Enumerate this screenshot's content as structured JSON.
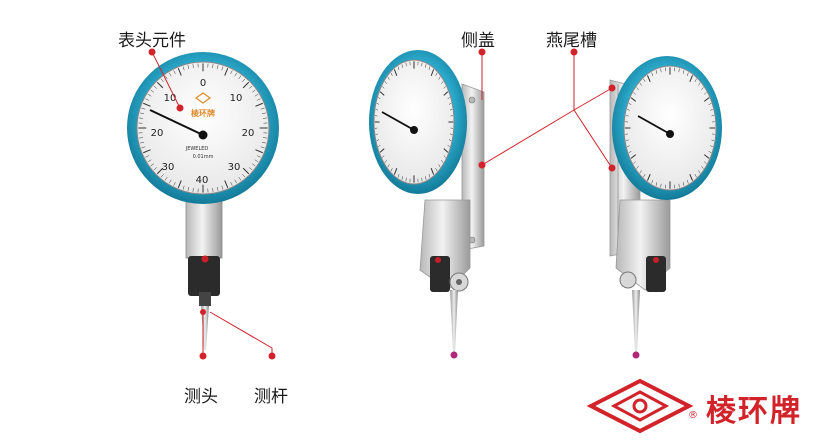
{
  "callouts": {
    "dial_head": "表头元件",
    "side_cover": "侧盖",
    "dovetail": "燕尾槽",
    "probe_tip": "测头",
    "probe_rod": "测杆"
  },
  "dial": {
    "numbers": [
      "0",
      "10",
      "20",
      "30",
      "40",
      "30",
      "20",
      "10"
    ],
    "brand": "棱环牌",
    "jeweled": "JEWELED",
    "resolution": "0.01mm"
  },
  "logo": {
    "text": "棱环牌",
    "registered": "®"
  },
  "colors": {
    "bezel": "#2aa7c9",
    "accent": "#d2232a",
    "callout_line": "#d2232a"
  }
}
